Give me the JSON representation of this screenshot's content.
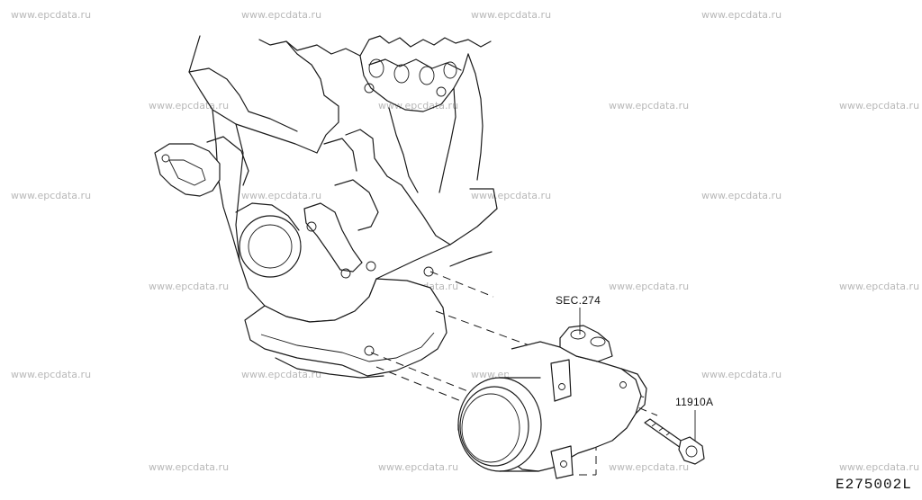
{
  "watermark_text": "www.epcdata.ru",
  "labels": {
    "section_ref": "SEC.274",
    "part_number": "11910A",
    "diagram_code": "E275002L"
  }
}
